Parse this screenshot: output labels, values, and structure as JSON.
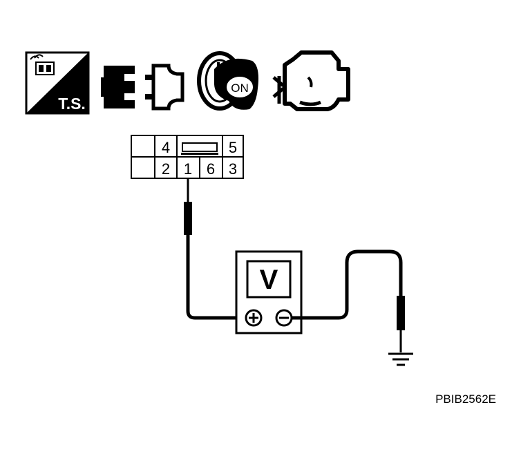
{
  "icons": {
    "ts_label": "T.S.",
    "connector": "connector-icon",
    "ignition": "ignition-key-icon",
    "ignition_label": "ON",
    "engine": "engine-icon"
  },
  "connector": {
    "terminals_top": [
      "4",
      "5"
    ],
    "terminals_bottom": [
      "2",
      "1",
      "6",
      "3"
    ]
  },
  "meter": {
    "label": "V",
    "pos_symbol": "+",
    "neg_symbol": "-"
  },
  "figure_code": "PBIB2562E",
  "colors": {
    "line": "#000000",
    "background": "#ffffff"
  }
}
